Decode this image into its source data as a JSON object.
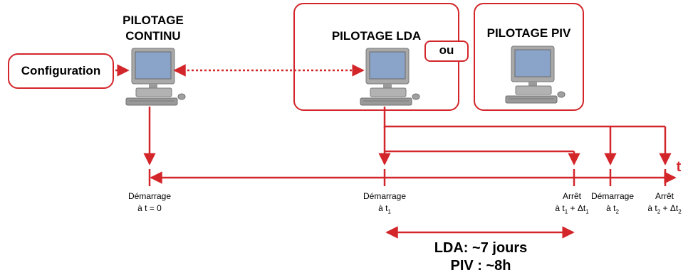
{
  "nodes": {
    "continu_line1": "PILOTAGE",
    "continu_line2": "CONTINU",
    "lda": "PILOTAGE LDA",
    "ou": "ou",
    "piv": "PILOTAGE PIV",
    "configuration": "Configuration"
  },
  "axis": {
    "label": "t"
  },
  "events": {
    "start0_line1": "Démarrage",
    "start0_line2": "à t = 0",
    "start1_line1": "Démarrage",
    "start1_line2_prefix": "à t",
    "start1_sub": "1",
    "stop1_line1": "Arrêt",
    "stop1_line2_a": "à t",
    "stop1_sub_a": "1",
    "stop1_line2_mid": " + Δt",
    "stop1_sub_b": "1",
    "start2_line1": "Démarrage",
    "start2_line2_prefix": "à t",
    "start2_sub": "2",
    "stop2_line1": "Arrêt",
    "stop2_line2_a": "à t",
    "stop2_sub_a": "2",
    "stop2_line2_mid": " + Δt",
    "stop2_sub_b": "2"
  },
  "durations": {
    "lda": "LDA: ~7 jours",
    "piv": "PIV : ~8h"
  },
  "colors": {
    "accent": "#d3262a",
    "screen": "#8aa3c8",
    "case": "#9a9a9a"
  }
}
